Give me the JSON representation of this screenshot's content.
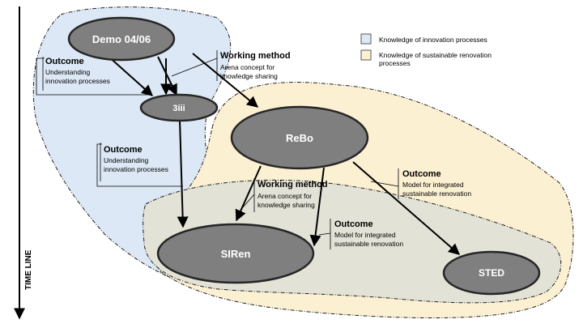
{
  "timeline": {
    "label": "TIME LINE"
  },
  "legend": {
    "items": [
      {
        "label": "Knowledge of innovation processes",
        "color": "#dce8f5"
      },
      {
        "label_lines": [
          "Knowledge of sustainable renovation",
          "processes"
        ],
        "color": "#fcf0d2"
      }
    ]
  },
  "nodes": {
    "demo": "Demo 04/06",
    "iii": "3iii",
    "rebo": "ReBo",
    "siren": "SIRen",
    "sted": "STED"
  },
  "annotations": {
    "a1": {
      "title": "Outcome",
      "lines": [
        "Understanding",
        "innovation processes"
      ]
    },
    "a2": {
      "title": "Working method",
      "lines": [
        "Arena concept for",
        "knowledge sharing"
      ]
    },
    "a3": {
      "title": "Outcome",
      "lines": [
        "Understanding",
        "innovation processes"
      ]
    },
    "a4": {
      "title": "Working method",
      "lines": [
        "Arena concept for",
        "knowledge sharing"
      ]
    },
    "a5": {
      "title": "Outcome",
      "lines": [
        "Model for integrated",
        "sustainable renovation"
      ]
    },
    "a6": {
      "title": "Outcome",
      "lines": [
        "Model for integrated",
        "sustainable renovation"
      ]
    }
  },
  "colors": {
    "blue_region": "#dce8f5",
    "yellow_region": "#fcf0d2",
    "overlap_region": "#e2e3d6",
    "node_fill": "#7f7f7f",
    "node_stroke": "#262626"
  }
}
